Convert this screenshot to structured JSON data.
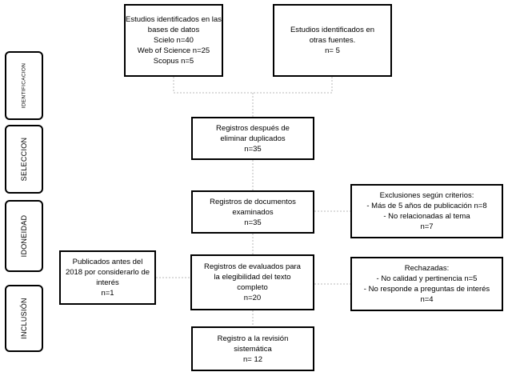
{
  "phases": [
    {
      "id": "identificacion",
      "label": "IDENTIFICACION"
    },
    {
      "id": "seleccion",
      "label": "SELECCION"
    },
    {
      "id": "idoneidad",
      "label": "IDONEIDAD"
    },
    {
      "id": "inclusion",
      "label": "INCLUSIÓN"
    }
  ],
  "boxes": {
    "databases": [
      "Estudios identificados en las",
      "bases de datos",
      "Scielo n=40",
      "Web of Science n=25",
      "Scopus n=5"
    ],
    "other_sources": [
      "Estudios identificados en",
      "otras fuentes.",
      "n= 5"
    ],
    "after_duplicates": [
      "Registros después de",
      "eliminar duplicados",
      "n=35"
    ],
    "screened": [
      "Registros de documentos",
      "examinados",
      "n=35"
    ],
    "exclusions": [
      "Exclusiones según criterios:",
      "- Más de 5 años de publicación n=8",
      "- No relacionadas al tema",
      "n=7"
    ],
    "published_before": [
      "Publicados antes del",
      "2018 por considerarlo de",
      "interés",
      "n=1"
    ],
    "eligibility": [
      "Registros de evaluados para",
      "la elegibilidad del texto",
      "completo",
      "n=20"
    ],
    "rejected": [
      "Rechazadas:",
      "- No calidad y pertinencia n=5",
      "- No responde a preguntas de interés",
      "n=4"
    ],
    "final": [
      "Registro a la revisión",
      "sistemática",
      "n= 12"
    ]
  },
  "colors": {
    "border": "#000000",
    "connector": "#b8b8b8",
    "background": "#ffffff"
  }
}
